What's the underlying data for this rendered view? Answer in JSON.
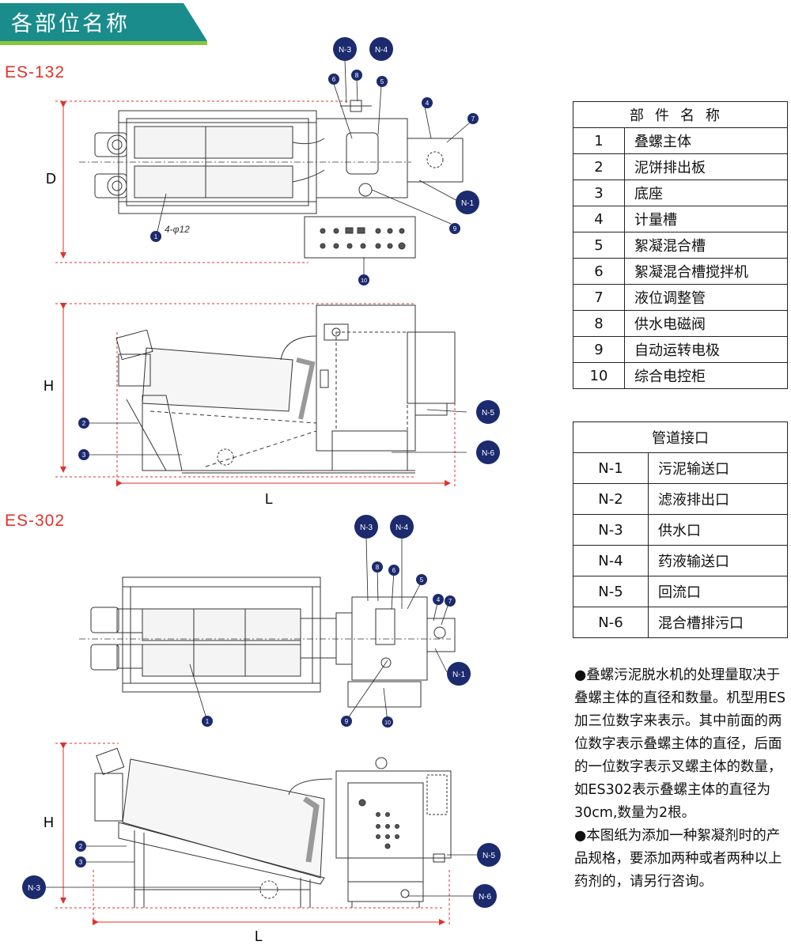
{
  "section_title": "各部位名称",
  "models": {
    "top": "ES-132",
    "bottom": "ES-302"
  },
  "dimension_labels": {
    "D": "D",
    "H1": "H",
    "L1": "L",
    "H2": "H",
    "L2": "L",
    "hole_note": "4-φ12"
  },
  "callouts": {
    "n1": "N-1",
    "n3": "N-3",
    "n4": "N-4",
    "n5": "N-5",
    "n6": "N-6",
    "p1": "1",
    "p2": "2",
    "p3": "3",
    "p4": "4",
    "p5": "5",
    "p6": "6",
    "p7": "7",
    "p8": "8",
    "p9": "9",
    "p10": "10"
  },
  "parts_table": {
    "header": "部件名称",
    "rows": [
      {
        "no": "1",
        "name": "叠螺主体"
      },
      {
        "no": "2",
        "name": "泥饼排出板"
      },
      {
        "no": "3",
        "name": "底座"
      },
      {
        "no": "4",
        "name": "计量槽"
      },
      {
        "no": "5",
        "name": "絮凝混合槽"
      },
      {
        "no": "6",
        "name": "絮凝混合槽搅拌机"
      },
      {
        "no": "7",
        "name": "液位调整管"
      },
      {
        "no": "8",
        "name": "供水电磁阀"
      },
      {
        "no": "9",
        "name": "自动运转电极"
      },
      {
        "no": "10",
        "name": "综合电控柜"
      }
    ]
  },
  "pipe_table": {
    "header": "管道接口",
    "rows": [
      {
        "code": "N-1",
        "name": "污泥输送口"
      },
      {
        "code": "N-2",
        "name": "滤液排出口"
      },
      {
        "code": "N-3",
        "name": "供水口"
      },
      {
        "code": "N-4",
        "name": "药液输送口"
      },
      {
        "code": "N-5",
        "name": "回流口"
      },
      {
        "code": "N-6",
        "name": "混合槽排污口"
      }
    ]
  },
  "notes": [
    "●叠螺污泥脱水机的处理量取决于叠螺主体的直径和数量。机型用ES加三位数字来表示。其中前面的两位数字表示叠螺主体的直径，后面的一位数字表示叉螺主体的数量，如ES302表示叠螺主体的直径为30cm,数量为2根。",
    "●本图纸为添加一种絮凝剂时的产品规格，要添加两种或者两种以上药剂的，请另行咨询。"
  ],
  "colors": {
    "banner": "#1a8c8c",
    "banner_accent": "#8cc63f",
    "model_text": "#e0322a",
    "dimension": "#e0322a",
    "callout": "#1c2a6e"
  }
}
